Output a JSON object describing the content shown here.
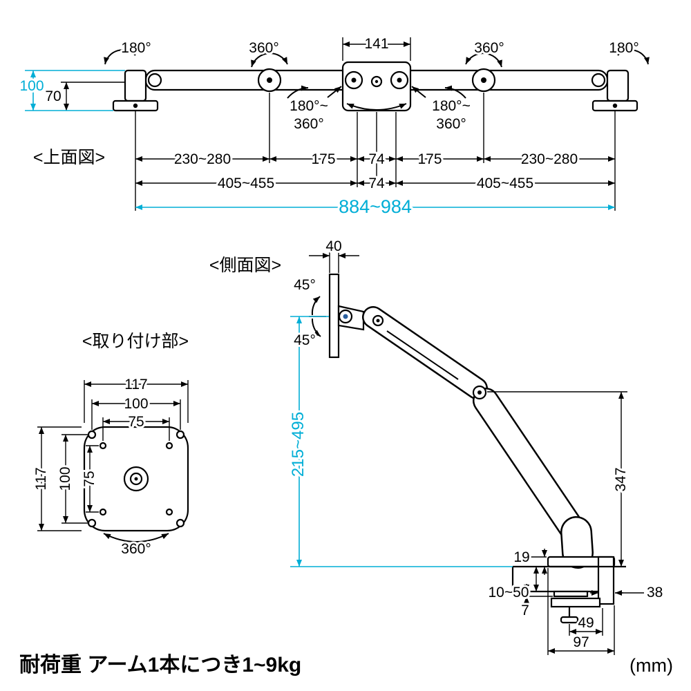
{
  "page": {
    "background": "#ffffff"
  },
  "colors": {
    "line": "#000000",
    "accent_cyan": "#00aed6"
  },
  "top_view": {
    "caption": "<上面図>",
    "labels": {
      "rotate_left": "180°",
      "swivel_left": "360°",
      "center_plate_width": "141",
      "swivel_right": "360°",
      "rotate_right": "180°",
      "base_depth": "100",
      "base_inner_depth": "70",
      "joint_left_range_1": "180°~",
      "joint_left_range_2": "360°",
      "joint_right_range_1": "180°~",
      "joint_right_range_2": "360°",
      "arm_outer_left": "230~280",
      "arm_inner_left": "175",
      "center_half_left": "74",
      "arm_inner_right": "175",
      "arm_outer_right": "230~280",
      "arm_total_left": "405~455",
      "center_half_right": "74",
      "arm_total_right": "405~455",
      "overall_width": "884~984"
    }
  },
  "side_view": {
    "caption": "<側面図>",
    "labels": {
      "vesa_thickness": "40",
      "tilt_up": "45°",
      "tilt_down": "45°",
      "height_range": "215~495",
      "arm_rise": "347",
      "clamp_top_height": "19",
      "desk_thickness_range": "10~50",
      "clamp_back_width": "38",
      "clamp_pad_thickness": "7",
      "clamp_inner_depth": "49",
      "clamp_total_depth": "97"
    }
  },
  "mount_view": {
    "caption": "<取り付け部>",
    "labels": {
      "width_outer": "117",
      "width_vesa100": "100",
      "width_vesa75": "75",
      "height_outer": "117",
      "height_vesa100": "100",
      "height_vesa75": "75",
      "rotation": "360°"
    }
  },
  "footer": {
    "load_capacity": "耐荷重 アーム1本につき1~9kg",
    "unit": "(mm)"
  }
}
